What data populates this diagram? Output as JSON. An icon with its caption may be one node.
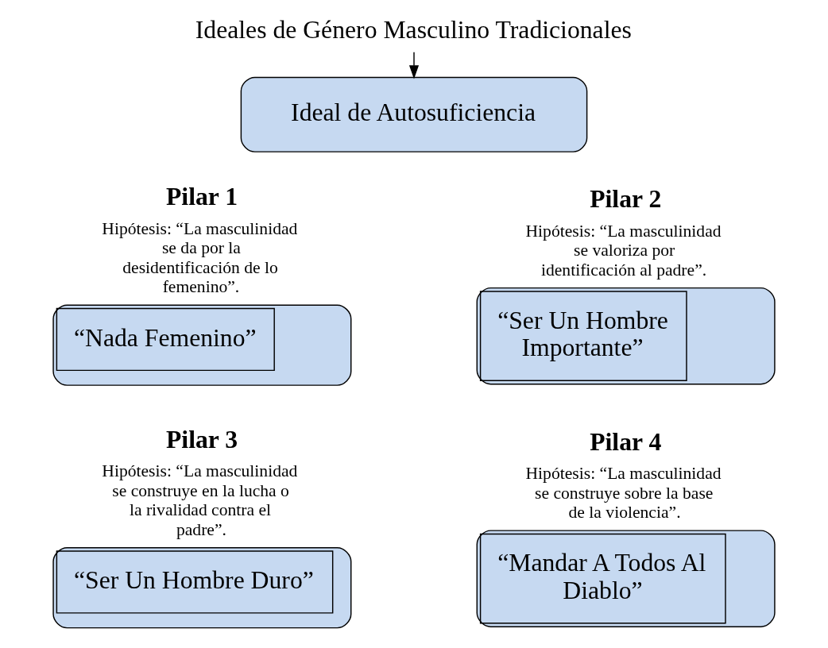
{
  "diagram": {
    "nodes": [
      {
        "text": [
          "Ideales de Género Masculino Tradicionales"
        ]
      },
      {
        "text": [
          "Ideal de Autosuficiencia"
        ]
      },
      {
        "text": [
          "Pilar 1",
          "Hipótesis: “La masculinidad se da por la desidentificación de lo femenino”.",
          "“Nada Femenino”"
        ]
      },
      {
        "text": [
          "Pilar 2",
          "Hipótesis: “La masculinidad se valoriza por identificación al padre”.",
          "“Ser Un Hombre Importante”"
        ]
      },
      {
        "text": [
          "Pilar 3",
          "Hipótesis: “La masculinidad se construye en la lucha o la rivalidad contra el padre”.",
          "“Ser Un Hombre Duro”"
        ]
      },
      {
        "text": [
          "Pilar 4",
          "Hipótesis: “La masculinidad se construye sobre la base de la violencia”.",
          "“Mandar A Todos Al Diablo”"
        ]
      }
    ],
    "edges": [
      {
        "from": 0,
        "to": 1,
        "arrow": "to"
      }
    ]
  }
}
